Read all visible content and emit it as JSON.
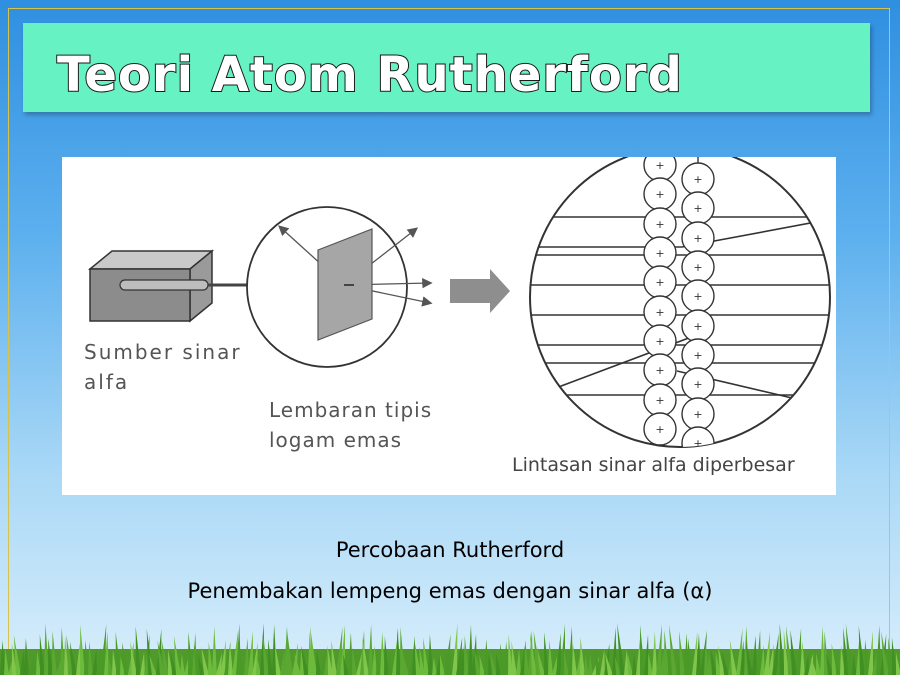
{
  "slide": {
    "title": "Teori Atom Rutherford"
  },
  "diagram": {
    "source_label_line1": "Sumber sinar",
    "source_label_line2": "alfa",
    "foil_label_line1": "Lembaran tipis",
    "foil_label_line2": "logam emas",
    "path_label": "Lintasan sinar alfa diperbesar",
    "nucleus_symbol": "+"
  },
  "captions": {
    "line1": "Percobaan Rutherford",
    "line2": "Penembakan lempeng emas dengan sinar alfa (α)"
  },
  "colors": {
    "title_bar": "#67f2c4",
    "frame_border": "#d8c24a",
    "grass": "#5aa832"
  }
}
